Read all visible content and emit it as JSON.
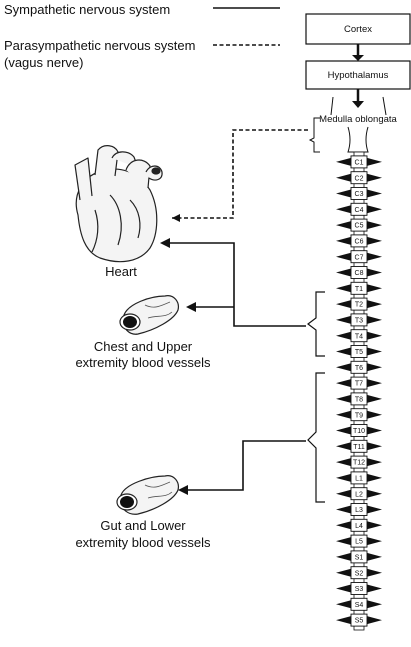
{
  "legend": {
    "sympathetic": "Sympathetic nervous system",
    "parasympathetic_line1": "Parasympathetic nervous system",
    "parasympathetic_line2": "(vagus nerve)"
  },
  "brain": {
    "cortex": "Cortex",
    "hypothalamus": "Hypothalamus",
    "medulla": "Medulla oblongata"
  },
  "organs": {
    "heart": "Heart",
    "chest_line1": "Chest and Upper",
    "chest_line2": "extremity blood vessels",
    "gut_line1": "Gut and Lower",
    "gut_line2": "extremity blood vessels"
  },
  "vertebrae": [
    "C1",
    "C2",
    "C3",
    "C4",
    "C5",
    "C6",
    "C7",
    "C8",
    "T1",
    "T2",
    "T3",
    "T4",
    "T5",
    "T6",
    "T7",
    "T8",
    "T9",
    "T10",
    "T11",
    "T12",
    "L1",
    "L2",
    "L3",
    "L4",
    "L5",
    "S1",
    "S2",
    "S3",
    "S4",
    "S5"
  ]
}
